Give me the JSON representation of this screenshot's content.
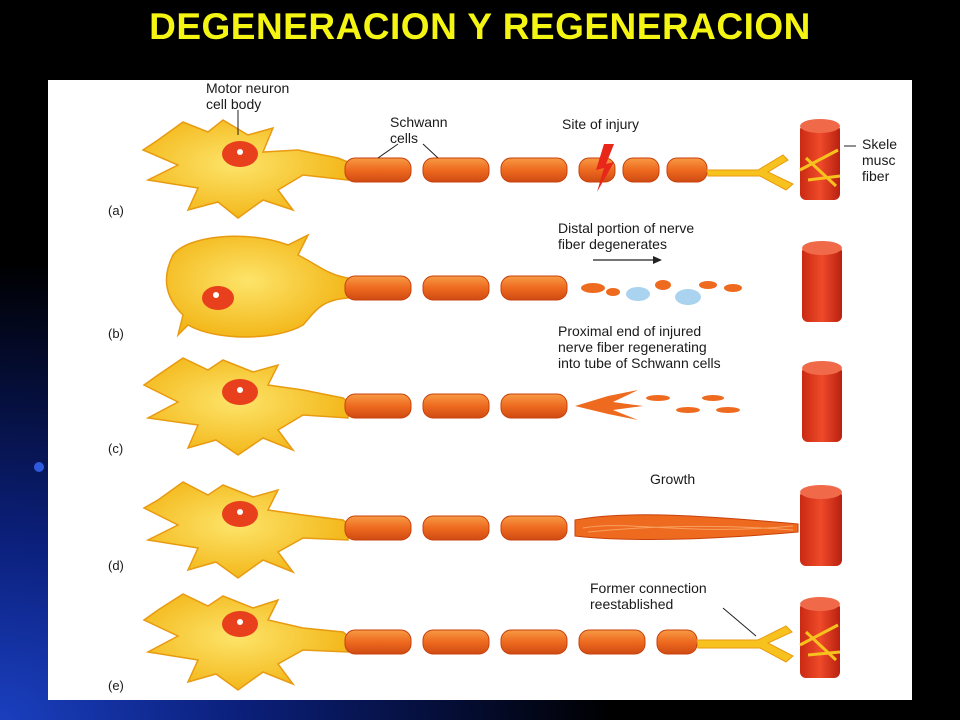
{
  "slide": {
    "title": "DEGENERACION Y REGENERACION"
  },
  "figure": {
    "labels": {
      "motor_neuron_line1": "Motor neuron",
      "motor_neuron_line2": "cell body",
      "schwann_line1": "Schwann",
      "schwann_line2": "cells",
      "site_of_injury": "Site of injury",
      "skeletal_line1": "Skele",
      "skeletal_line2": "musc",
      "skeletal_line3": "fiber",
      "distal_line1": "Distal portion of nerve",
      "distal_line2": "fiber degenerates",
      "proximal_line1": "Proximal end of injured",
      "proximal_line2": "nerve fiber regenerating",
      "proximal_line3": "into tube of Schwann cells",
      "growth": "Growth",
      "former_line1": "Former connection",
      "former_line2": "reestablished"
    },
    "panels": [
      "(a)",
      "(b)",
      "(c)",
      "(d)",
      "(e)"
    ],
    "colors": {
      "neuron_fill": "#f7c21e",
      "neuron_edge": "#e89a10",
      "nucleus": "#e8401c",
      "schwann": "#ee6a1f",
      "schwann_edge": "#c8410c",
      "muscle": "#e2351b",
      "debris_blue": "#a9d3ee"
    }
  }
}
